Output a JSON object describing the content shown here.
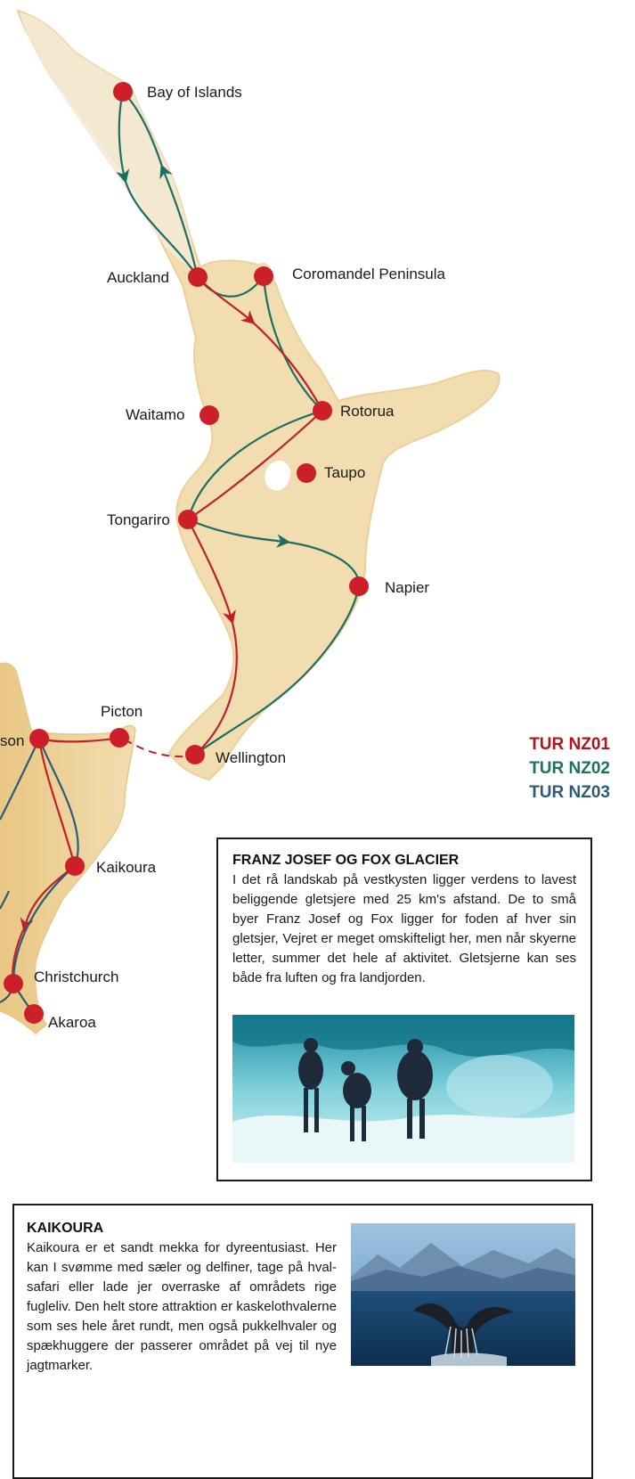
{
  "colors": {
    "land": "#f2ddb0",
    "land_edge": "#eccd92",
    "northland": "#f3ead6",
    "marker": "#cc1f2a",
    "route_nz01": "#c0202a",
    "route_nz02": "#1d6e62",
    "route_nz03": "#2d5c7a",
    "ferry": "#c0202a"
  },
  "places": [
    {
      "id": "bay-of-islands",
      "name": "Bay of Islands"
    },
    {
      "id": "auckland",
      "name": "Auckland"
    },
    {
      "id": "coromandel",
      "name": "Coromandel Peninsula"
    },
    {
      "id": "waitamo",
      "name": "Waitamo"
    },
    {
      "id": "rotorua",
      "name": "Rotorua"
    },
    {
      "id": "taupo",
      "name": "Taupo"
    },
    {
      "id": "tongariro",
      "name": "Tongariro"
    },
    {
      "id": "napier",
      "name": "Napier"
    },
    {
      "id": "picton",
      "name": "Picton"
    },
    {
      "id": "nelson",
      "name": "son"
    },
    {
      "id": "wellington",
      "name": "Wellington"
    },
    {
      "id": "kaikoura",
      "name": "Kaikoura"
    },
    {
      "id": "christchurch",
      "name": "Christchurch"
    },
    {
      "id": "akaroa",
      "name": "Akaroa"
    }
  ],
  "legend": [
    {
      "label": "TUR NZ01",
      "color": "#b5121b"
    },
    {
      "label": "TUR NZ02",
      "color": "#1a7262"
    },
    {
      "label": "TUR NZ03",
      "color": "#2c5a7a"
    }
  ],
  "franz_josef": {
    "title": "FRANZ JOSEF OG FOX GLACIER",
    "text": "I det rå landskab på vestkysten ligger verdens to lavest beliggende gletsjere med 25 km's afstand. De to små byer Franz Josef og Fox ligger for foden af hver sin gletsjer, Vejret er meget omskifteligt her, men når skyerne letter, summer det hele af aktivitet. Gletsjerne kan ses både fra luften og fra landjorden."
  },
  "kaikoura": {
    "title": "KAIKOURA",
    "text": "Kaikoura er et sandt mekka for dyreentusiast. Her kan I svømme med sæler og delfiner, tage på hval-safari eller lade jer overraske af områdets rige fugleliv. Den helt store attraktion er kaskelothvalerne som ses hele året rundt, men også pukkelhvaler og spækhuggere der passerer området på vej til nye jagtmarker."
  }
}
